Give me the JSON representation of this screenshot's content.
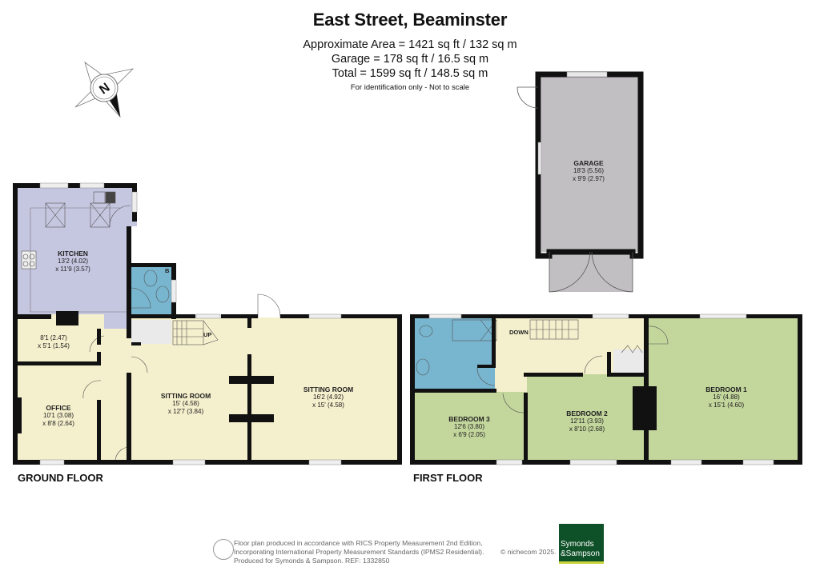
{
  "header": {
    "title": "East Street, Beaminster",
    "area_line": "Approximate Area = 1421 sq ft / 132 sq m",
    "garage_line": "Garage = 178 sq ft / 16.5 sq m",
    "total_line": "Total = 1599 sq ft / 148.5 sq m",
    "note": "For identification only - Not to scale"
  },
  "compass": {
    "icon": "north-compass-icon",
    "label": "N"
  },
  "colors": {
    "kitchen": "#c5c6e0",
    "bathroom": "#78b5cf",
    "living": "#f4efcc",
    "bedroom": "#c3d69c",
    "garage": "#c2bfc2",
    "storage": "#eaeaea",
    "wall": "#111111",
    "brand": "#0e5027"
  },
  "floors": {
    "ground": {
      "label": "GROUND FLOOR",
      "rooms": [
        {
          "name": "KITCHEN",
          "dim1": "13'2 (4.02)",
          "dim2": "x 11'9 (3.57)"
        },
        {
          "name": "",
          "dim1": "8'1 (2.47)",
          "dim2": "x 5'1 (1.54)"
        },
        {
          "name": "OFFICE",
          "dim1": "10'1 (3.08)",
          "dim2": "x 8'8 (2.64)"
        },
        {
          "name": "SITTING ROOM",
          "dim1": "15' (4.58)",
          "dim2": "x 12'7 (3.84)"
        },
        {
          "name": "SITTING ROOM",
          "dim1": "16'2 (4.92)",
          "dim2": "x 15' (4.58)"
        }
      ],
      "stairs_label": "UP",
      "boiler_label": "B"
    },
    "first": {
      "label": "FIRST FLOOR",
      "rooms": [
        {
          "name": "BEDROOM 3",
          "dim1": "12'6 (3.80)",
          "dim2": "x 6'9 (2.05)"
        },
        {
          "name": "BEDROOM 2",
          "dim1": "12'11 (3.93)",
          "dim2": "x 8'10 (2.68)"
        },
        {
          "name": "BEDROOM 1",
          "dim1": "16' (4.88)",
          "dim2": "x 15'1 (4.60)"
        }
      ],
      "stairs_label": "DOWN"
    },
    "garage": {
      "rooms": [
        {
          "name": "GARAGE",
          "dim1": "18'3 (5.56)",
          "dim2": "x 9'9 (2.97)"
        }
      ]
    }
  },
  "footer": {
    "line1": "Floor plan produced in accordance with RICS Property Measurement 2nd Edition,",
    "line2": "Incorporating International Property Measurement Standards (IPMS2 Residential).",
    "line3": "Produced for Symonds & Sampson.   REF:  1332850",
    "copyright": "© nichecom 2025.",
    "logo_line1": "Symonds",
    "logo_line2": "&Sampson"
  }
}
